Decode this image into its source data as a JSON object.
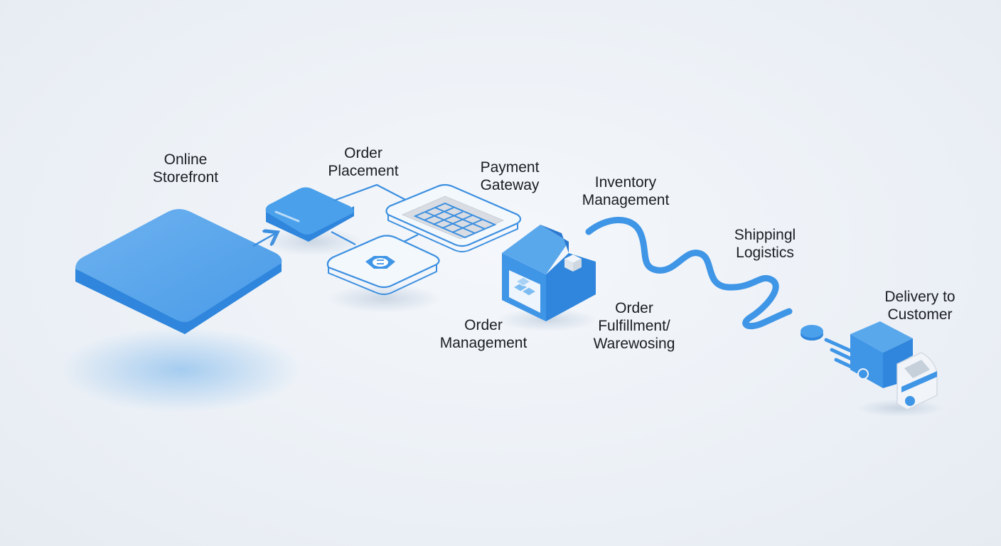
{
  "colors": {
    "primary": "#3f95e6",
    "primary_light": "#7dbdf2",
    "primary_dark": "#2a78cf",
    "outline": "#3c8fe0",
    "card_fill": "#f3f8fd",
    "text": "#1a1d22",
    "background": "#edf1f6"
  },
  "nodes": {
    "online_storefront": {
      "line1": "Online",
      "line2": "Storefront",
      "icon": "platform-slab-icon"
    },
    "order_placement": {
      "line1": "Order",
      "line2": "Placement",
      "icon": "card-icon"
    },
    "payment_gateway": {
      "line1": "Payment",
      "line2": "Gateway",
      "icon": "grid-panel-icon"
    },
    "order_management": {
      "line1": "Order",
      "line2": "Management",
      "icon": "badge-panel-icon"
    },
    "inventory_management": {
      "line1": "Inventory",
      "line2": "Management",
      "icon": "wave-route-icon"
    },
    "order_fulfillment": {
      "line1": "Order",
      "line2": "Fulfillment/",
      "line3": "Warewosing",
      "icon": "warehouse-icon"
    },
    "shipping_logistics": {
      "line1": "Shippingl",
      "line2": "Logistics",
      "icon": "route-icon"
    },
    "delivery": {
      "line1": "Delivery to",
      "line2": "Customer",
      "icon": "truck-icon"
    }
  }
}
